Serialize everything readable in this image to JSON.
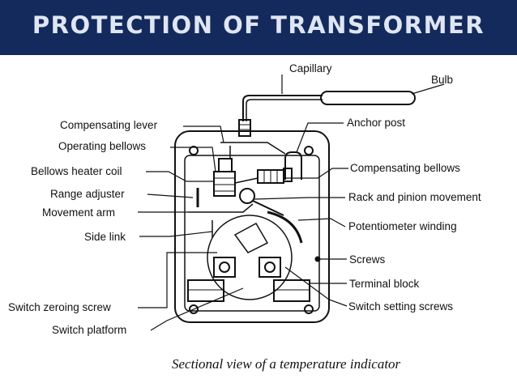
{
  "banner": {
    "title": "PROTECTION OF TRANSFORMER"
  },
  "labels": {
    "capillary": "Capillary",
    "bulb": "Bulb",
    "compensating_lever": "Compensating lever",
    "operating_bellows": "Operating bellows",
    "bellows_heater_coil": "Bellows heater coil",
    "range_adjuster": "Range adjuster",
    "movement_arm": "Movement arm",
    "side_link": "Side link",
    "switch_zeroing_screw": "Switch zeroing screw",
    "switch_platform": "Switch platform",
    "anchor_post": "Anchor post",
    "compensating_bellows": "Compensating bellows",
    "rack_and_pinion": "Rack and pinion movement",
    "potentiometer_winding": "Potentiometer winding",
    "screws": "Screws",
    "terminal_block": "Terminal block",
    "switch_setting_screws": "Switch setting screws"
  },
  "caption": "Sectional view of a temperature indicator",
  "colors": {
    "banner": "#142a5c",
    "banner_text": "#dfe6f3"
  }
}
